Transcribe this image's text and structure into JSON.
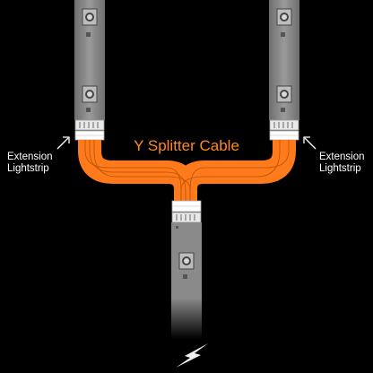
{
  "diagram": {
    "title": "Y Splitter Cable",
    "left_label": {
      "line1": "Extension",
      "line2": "Lightstrip"
    },
    "right_label": {
      "line1": "Extension",
      "line2": "Lightstrip"
    }
  },
  "colors": {
    "background": "#000000",
    "cable": "#ff7a1a",
    "cable_dark": "#c85a0a",
    "strip": "#8a8a8a",
    "connector": "#f2f2f2",
    "text": "#ffffff",
    "title": "#ff8a1e"
  },
  "icons": [
    "arrow-icon",
    "lightning-bolt-icon",
    "led-chip-icon"
  ]
}
